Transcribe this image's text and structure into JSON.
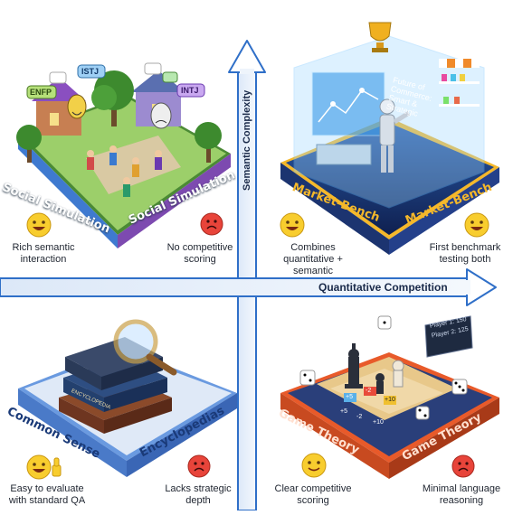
{
  "axes": {
    "y_label": "Semantic Complexity",
    "x_label": "Quantitative Competition"
  },
  "quadrants": {
    "social": {
      "label_left": "Social Simulation",
      "label_right": "Social Simulation",
      "badges": [
        "ENFP",
        "ISTJ",
        "INTJ"
      ],
      "pro": "Rich semantic interaction",
      "con": "No competitive scoring"
    },
    "market": {
      "label_left": "Market-Bench",
      "label_right": "Market-Bench",
      "screen_text": "Future of Commerce: Smart & Strategic",
      "pro": "Combines quantitative + semantic",
      "con": "First benchmark testing both"
    },
    "common": {
      "label_left": "Common Sense",
      "label_right": "Encyclopedias",
      "book_text": "ENCYCLOPEDIA",
      "pro": "Easy to evaluate with standard QA",
      "con": "Lacks strategic depth"
    },
    "game": {
      "label_left": "Game Theory",
      "label_right": "Game Theory",
      "score_p1": "Player 1: 150",
      "score_p2": "Player 2: 125",
      "tiles": [
        "+5",
        "-2",
        "+10",
        "-2",
        "+5",
        "+10"
      ],
      "pro": "Clear competitive scoring",
      "con": "Minimal language reasoning"
    }
  },
  "colors": {
    "social_platform": "#7fb85a",
    "social_side": "#8a5ab5",
    "market_platform": "#1e3a78",
    "market_glow": "#f5b82a",
    "common_platform": "#5b8fd6",
    "game_platform": "#e0542a",
    "axis": "#2f6fc8"
  }
}
